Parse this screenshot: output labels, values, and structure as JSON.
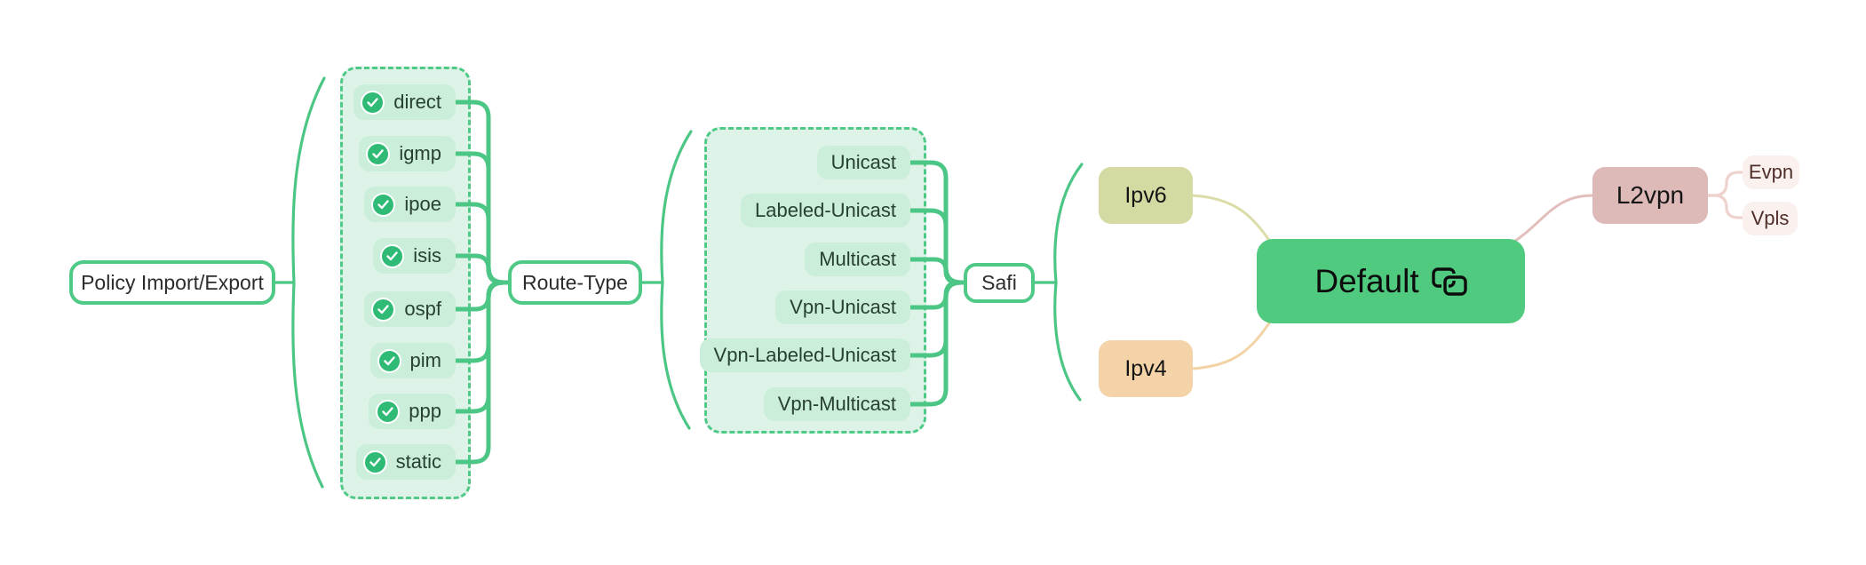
{
  "root": {
    "label": "Default",
    "icon": "linked-topics-icon"
  },
  "nodes": {
    "policy": {
      "label": "Policy Import/Export"
    },
    "route_type": {
      "label": "Route-Type"
    },
    "safi": {
      "label": "Safi"
    },
    "ipv6": {
      "label": "Ipv6"
    },
    "ipv4": {
      "label": "Ipv4"
    },
    "l2vpn": {
      "label": "L2vpn"
    },
    "evpn": {
      "label": "Evpn"
    },
    "vpls": {
      "label": "Vpls"
    }
  },
  "groups": {
    "protocols": {
      "items": [
        {
          "label": "direct",
          "checked": true,
          "icon": "check-circle-icon"
        },
        {
          "label": "igmp",
          "checked": true,
          "icon": "check-circle-icon"
        },
        {
          "label": "ipoe",
          "checked": true,
          "icon": "check-circle-icon"
        },
        {
          "label": "isis",
          "checked": true,
          "icon": "check-circle-icon"
        },
        {
          "label": "ospf",
          "checked": true,
          "icon": "check-circle-icon"
        },
        {
          "label": "pim",
          "checked": true,
          "icon": "check-circle-icon"
        },
        {
          "label": "ppp",
          "checked": true,
          "icon": "check-circle-icon"
        },
        {
          "label": "static",
          "checked": true,
          "icon": "check-circle-icon"
        }
      ]
    },
    "safi_types": {
      "items": [
        {
          "label": "Unicast"
        },
        {
          "label": "Labeled-Unicast"
        },
        {
          "label": "Multicast"
        },
        {
          "label": "Vpn-Unicast"
        },
        {
          "label": "Vpn-Labeled-Unicast"
        },
        {
          "label": "Vpn-Multicast"
        }
      ]
    }
  },
  "colors": {
    "accent_green": "#4fc986",
    "connector_green": "#4cc685",
    "boundary_fill": "#def3e8",
    "pill_fill": "#cbeedb",
    "check_fill": "#2fbb76",
    "root_fill": "#50ca7e",
    "ipv6_fill": "#d5d9a2",
    "ipv4_fill": "#f4d3a8",
    "l2vpn_fill": "#ddbab7",
    "leaf_fill": "#faf0ee",
    "leaf_text": "#4f2e29",
    "ipv6_link": "#dcdca8",
    "ipv4_link": "#f3d3a6",
    "l2vpn_link": "#e2bfbc",
    "leaf_link": "#eed2ce",
    "background": "#ffffff"
  }
}
